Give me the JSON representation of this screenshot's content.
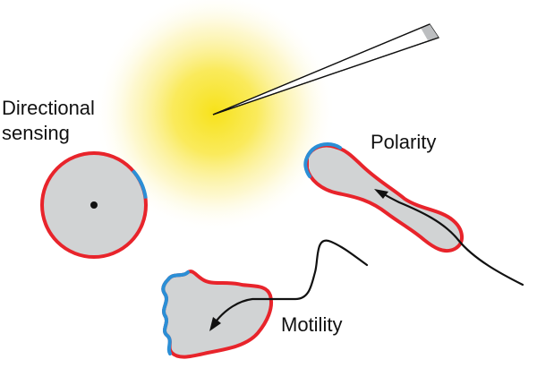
{
  "labels": {
    "directional_line1": "Directional",
    "directional_line2": "sensing",
    "polarity": "Polarity",
    "motility": "Motility"
  },
  "colors": {
    "cell_fill": "#d1d3d4",
    "front_edge": "#2b8fd6",
    "rear_edge": "#e8242b",
    "gradient_core": "#f7e21a",
    "stroke": "#111111"
  },
  "icons": {
    "chemoattractant_source": "yellow-radial-glow",
    "micropipette": "tapered-needle",
    "nucleus": "dot",
    "trajectory": "curved-arrow"
  }
}
